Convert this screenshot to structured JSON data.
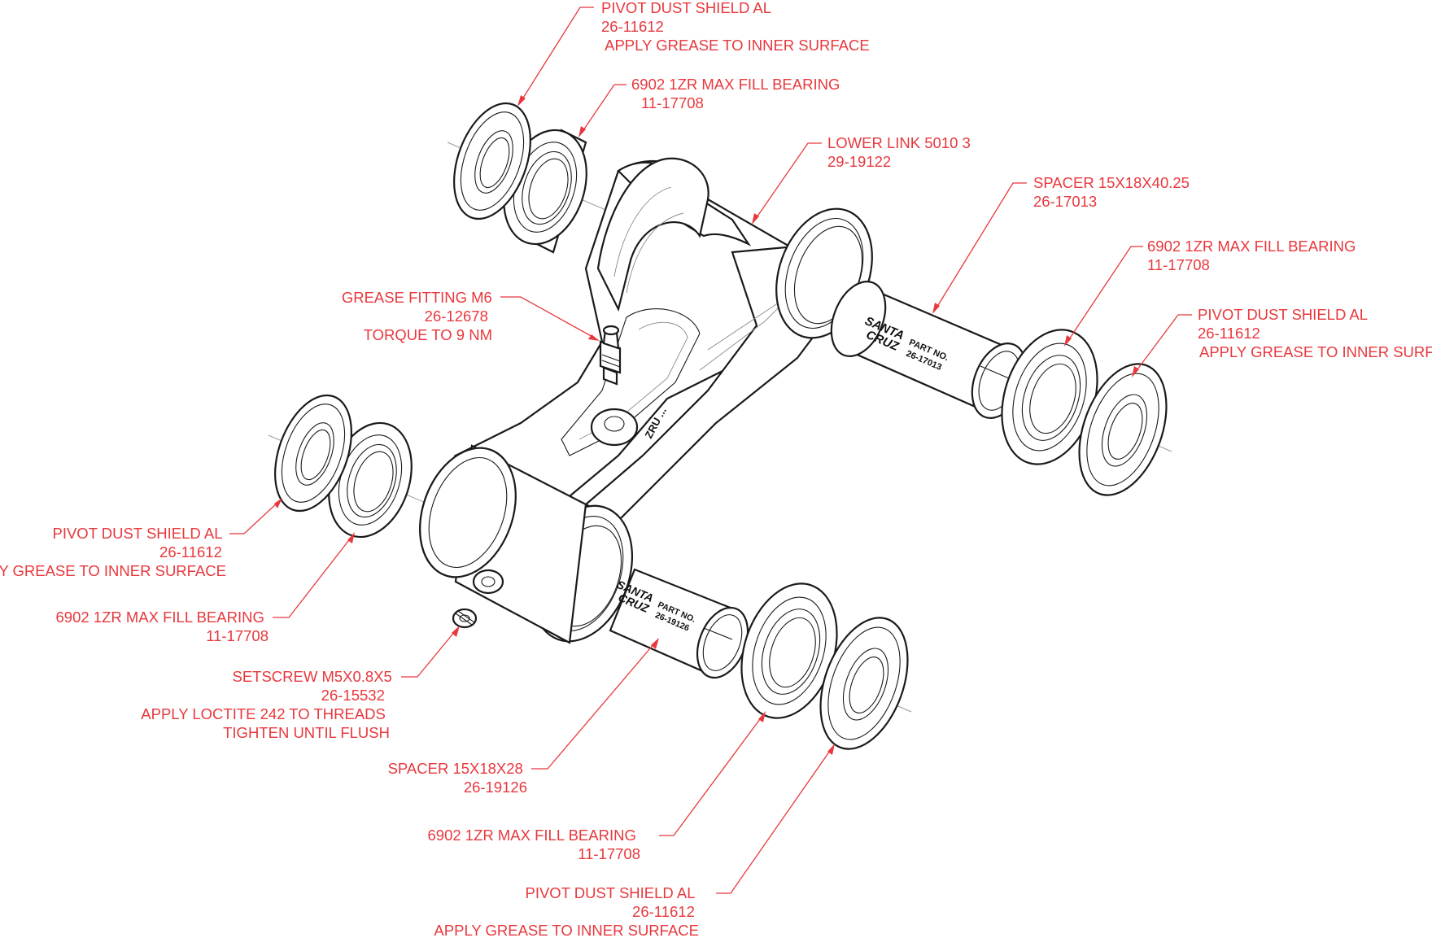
{
  "callouts": [
    {
      "id": "shield-top-left",
      "lines": [
        "PIVOT DUST SHIELD AL",
        "26-11612",
        " APPLY GREASE TO INNER SURFACE"
      ]
    },
    {
      "id": "bearing-top-left",
      "lines": [
        "6902 1ZR MAX FILL BEARING",
        "11-17708"
      ]
    },
    {
      "id": "lower-link",
      "lines": [
        "LOWER LINK 5010 3",
        "29-19122"
      ]
    },
    {
      "id": "spacer-long",
      "lines": [
        "SPACER 15X18X40.25",
        "26-17013"
      ]
    },
    {
      "id": "bearing-right",
      "lines": [
        "6902 1ZR MAX FILL BEARING",
        "11-17708"
      ]
    },
    {
      "id": "shield-right",
      "lines": [
        "PIVOT DUST SHIELD AL",
        "26-11612",
        "APPLY GREASE TO INNER SURFACE"
      ]
    },
    {
      "id": "grease-fitting",
      "lines": [
        "GREASE FITTING M6",
        "26-12678",
        "TORQUE TO 9 NM"
      ]
    },
    {
      "id": "shield-left",
      "lines": [
        "PIVOT DUST SHIELD AL",
        "26-11612",
        "APPLY GREASE TO INNER SURFACE"
      ]
    },
    {
      "id": "bearing-left",
      "lines": [
        "6902 1ZR MAX FILL BEARING",
        "11-17708"
      ]
    },
    {
      "id": "setscrew",
      "lines": [
        "SETSCREW M5X0.8X5",
        "26-15532",
        "APPLY LOCTITE 242 TO THREADS",
        "TIGHTEN UNTIL FLUSH"
      ]
    },
    {
      "id": "spacer-short",
      "lines": [
        "SPACER 15X18X28",
        "26-19126"
      ]
    },
    {
      "id": "bearing-bottom",
      "lines": [
        "6902 1ZR MAX FILL BEARING",
        "11-17708"
      ]
    },
    {
      "id": "shield-bottom",
      "lines": [
        "PIVOT DUST SHIELD AL",
        "26-11612",
        "APPLY GREASE TO INNER SURFACE"
      ]
    }
  ],
  "part_stamps": {
    "spacer_long": [
      "SANTA",
      "CRUZ",
      "PART NO.",
      "26-17013"
    ],
    "spacer_short": [
      "SANTA",
      "CRUZ",
      "PART NO.",
      "26-19126"
    ]
  },
  "colors": {
    "callout": "#e8383d",
    "linework": "#1a1a1a"
  }
}
